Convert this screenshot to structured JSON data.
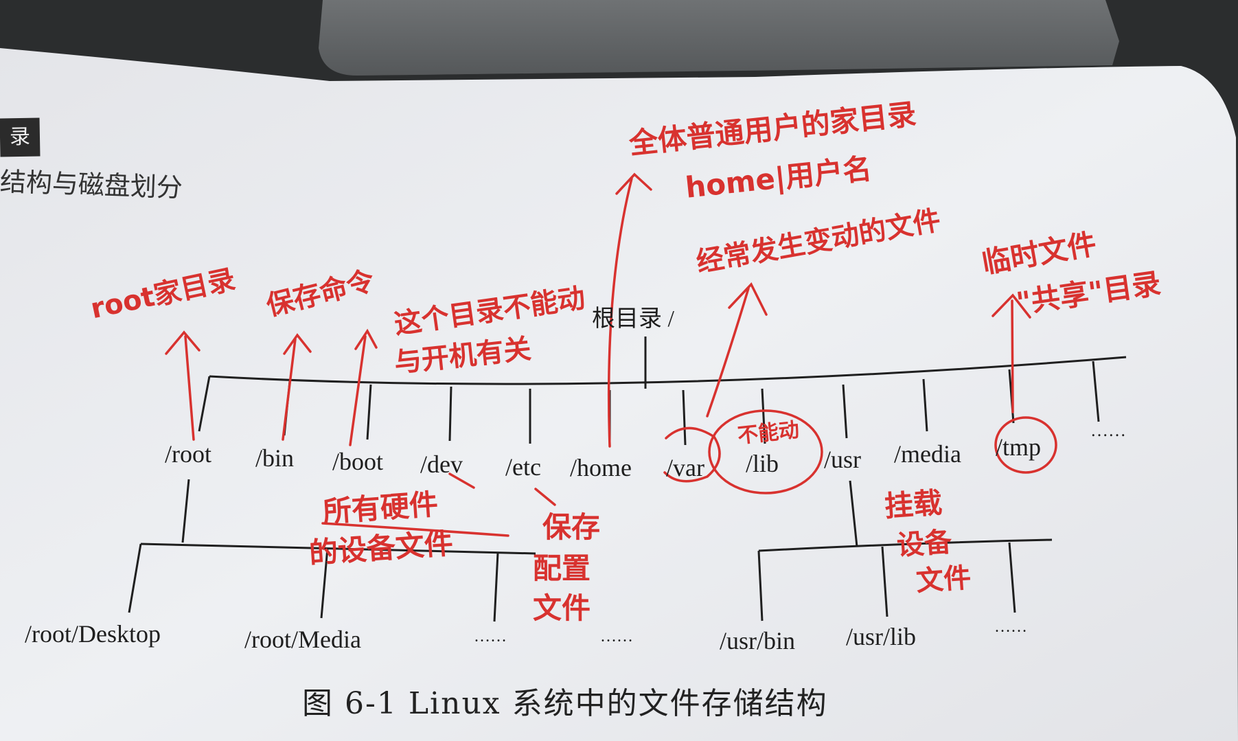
{
  "header": {
    "badge": "录",
    "title": "结构与磁盘划分"
  },
  "tree": {
    "root": "根目录 /",
    "level1": [
      "/root",
      "/bin",
      "/boot",
      "/dev",
      "/etc",
      "/home",
      "/var",
      "/lib",
      "/usr",
      "/media",
      "/tmp",
      "……"
    ],
    "level2_left": [
      "/root/Desktop",
      "/root/Media",
      "……",
      "……"
    ],
    "level2_right": [
      "/usr/bin",
      "/usr/lib",
      "……"
    ]
  },
  "caption": "图 6-1    Linux 系统中的文件存储结构",
  "annotations": {
    "root": "root家目录",
    "bin": "保存命令",
    "boot_line1": "这个目录不能动",
    "boot_line2": "与开机有关",
    "home_line1": "全体普通用户的家目录",
    "home_line2": "home|用户名",
    "var": "经常发生变动的文件",
    "tmp_line1": "临时文件",
    "tmp_line2": "\"共享\"目录",
    "lib": "不能动",
    "dev_line1": "所有硬件",
    "dev_line2": "的设备文件",
    "etc_line1": "保存",
    "etc_line2": "配置",
    "etc_line3": "文件",
    "media_line1": "挂载",
    "media_line2": "设备",
    "media_line3": "文件"
  },
  "colors": {
    "ink_red": "#d8322f",
    "paper": "#ecedf0",
    "print": "#1e1e1e"
  }
}
